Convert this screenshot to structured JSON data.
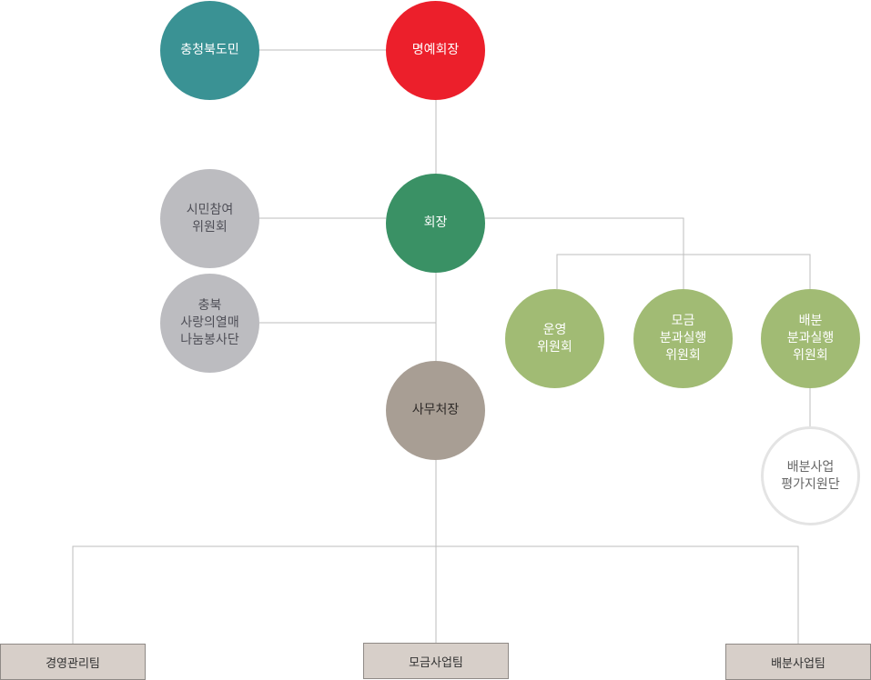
{
  "nodes": {
    "citizens": "충청북도민",
    "honorary_chair": "명예회장",
    "chairman": "회장",
    "citizen_committee": "시민참여\n위원회",
    "volunteer_group": "충북\n사랑의열매\n나눔봉사단",
    "secretary_general": "사무처장",
    "operations_committee": "운영\n위원회",
    "fundraising_committee": "모금\n분과실행\n위원회",
    "distribution_committee": "배분\n분과실행\n위원회",
    "evaluation_team": "배분사업\n평가지원단"
  },
  "teams": {
    "management": "경영관리팀",
    "fundraising": "모금사업팀",
    "distribution": "배분사업팀"
  },
  "colors": {
    "teal": "#3a9294",
    "red": "#ec1f2b",
    "green": "#3a9165",
    "gray": "#bcbcc0",
    "olive": "#a1bb74",
    "taupe": "#a89e94",
    "team_box": "#d7cfc9",
    "connector": "#bdbdbd"
  }
}
